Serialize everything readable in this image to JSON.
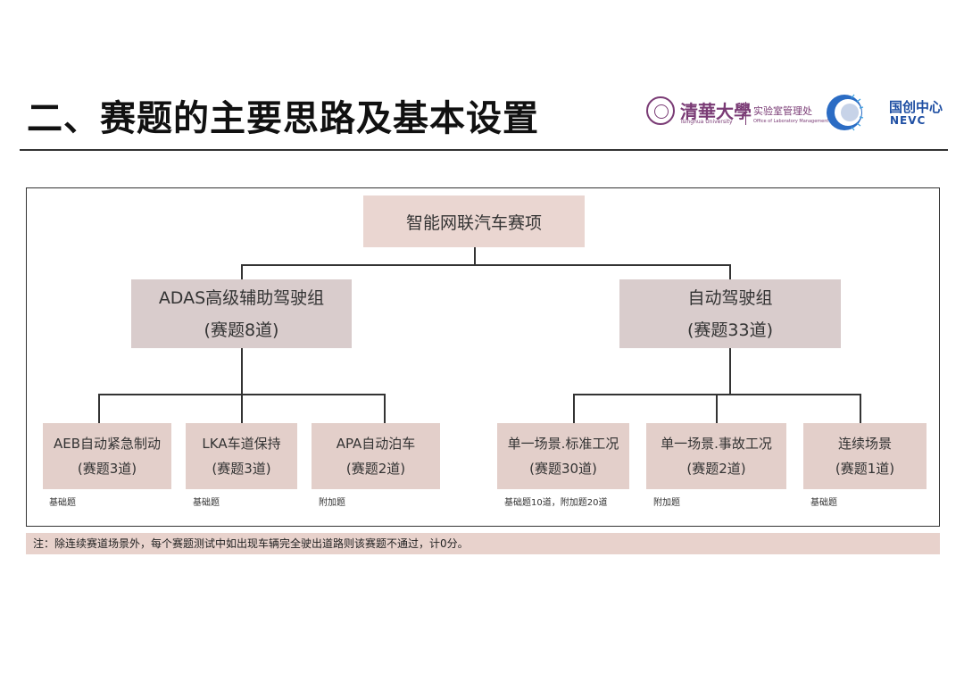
{
  "header": {
    "title": "二、赛题的主要思路及基本设置",
    "logos": {
      "tsinghua_name": "清華大學",
      "tsinghua_en": "Tsinghua University",
      "lab_name": "实验室管理处",
      "lab_en": "Office of Laboratory Management",
      "nevc_cn": "国创中心",
      "nevc_en": "NEVC"
    }
  },
  "tree": {
    "root": "智能网联汽车赛项",
    "groups": [
      {
        "name": "ADAS高级辅助驾驶组",
        "count": "(赛题8道)",
        "children": [
          {
            "name": "AEB自动紧急制动",
            "count": "(赛题3道)",
            "tag": "基础题"
          },
          {
            "name": "LKA车道保持",
            "count": "(赛题3道)",
            "tag": "基础题"
          },
          {
            "name": "APA自动泊车",
            "count": "(赛题2道)",
            "tag": "附加题"
          }
        ]
      },
      {
        "name": "自动驾驶组",
        "count": "(赛题33道)",
        "children": [
          {
            "name": "单一场景.标准工况",
            "count": "(赛题30道)",
            "tag": "基础题10道，附加题20道"
          },
          {
            "name": "单一场景.事故工况",
            "count": "(赛题2道)",
            "tag": "附加题"
          },
          {
            "name": "连续场景",
            "count": "(赛题1道)",
            "tag": "基础题"
          }
        ]
      }
    ]
  },
  "note": "注：除连续赛道场景外，每个赛题测试中如出现车辆完全驶出道路则该赛题不通过，计0分。",
  "colors": {
    "node_fill": "#e3cfca",
    "group_fill": "#d9cccc",
    "note_fill": "#e8d2cc",
    "tsinghua_purple": "#7a3b75",
    "nevc_blue": "#1f4fa3"
  }
}
